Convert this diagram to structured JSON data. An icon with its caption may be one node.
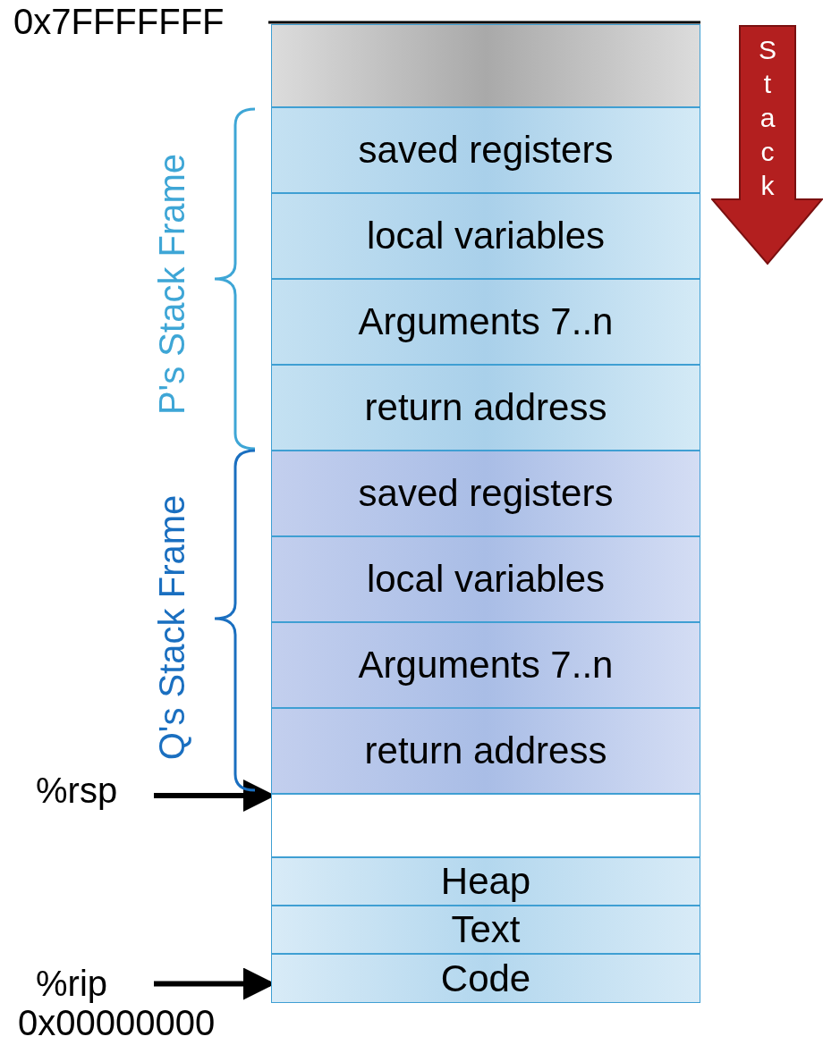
{
  "diagram": {
    "nodes": [
      {
        "text": [],
        "shape": "box"
      },
      {
        "text": [
          "saved registers"
        ]
      },
      {
        "text": [
          "local variables"
        ]
      },
      {
        "text": [
          "Arguments 7..n"
        ]
      },
      {
        "text": [
          "return address"
        ]
      },
      {
        "text": [
          "saved registers"
        ]
      },
      {
        "text": [
          "local variables"
        ]
      },
      {
        "text": [
          "Arguments 7..n"
        ]
      },
      {
        "text": [
          "return address"
        ]
      },
      {
        "text": [],
        "shape": "box"
      },
      {
        "text": [
          "Heap"
        ]
      },
      {
        "text": [
          "Text"
        ]
      },
      {
        "text": [
          "Code"
        ]
      },
      {
        "text": [
          "%rsp"
        ]
      },
      {
        "text": [
          "%rip"
        ]
      },
      {
        "text": [
          "Stack"
        ]
      }
    ],
    "edges": [
      {
        "from": 13,
        "to": 9,
        "arrow": "to"
      },
      {
        "from": 14,
        "to": 12,
        "arrow": "to"
      }
    ],
    "labels": [
      "0x7FFFFFFF",
      "P's Stack Frame",
      "Q's Stack Frame",
      "0x00000000"
    ]
  }
}
